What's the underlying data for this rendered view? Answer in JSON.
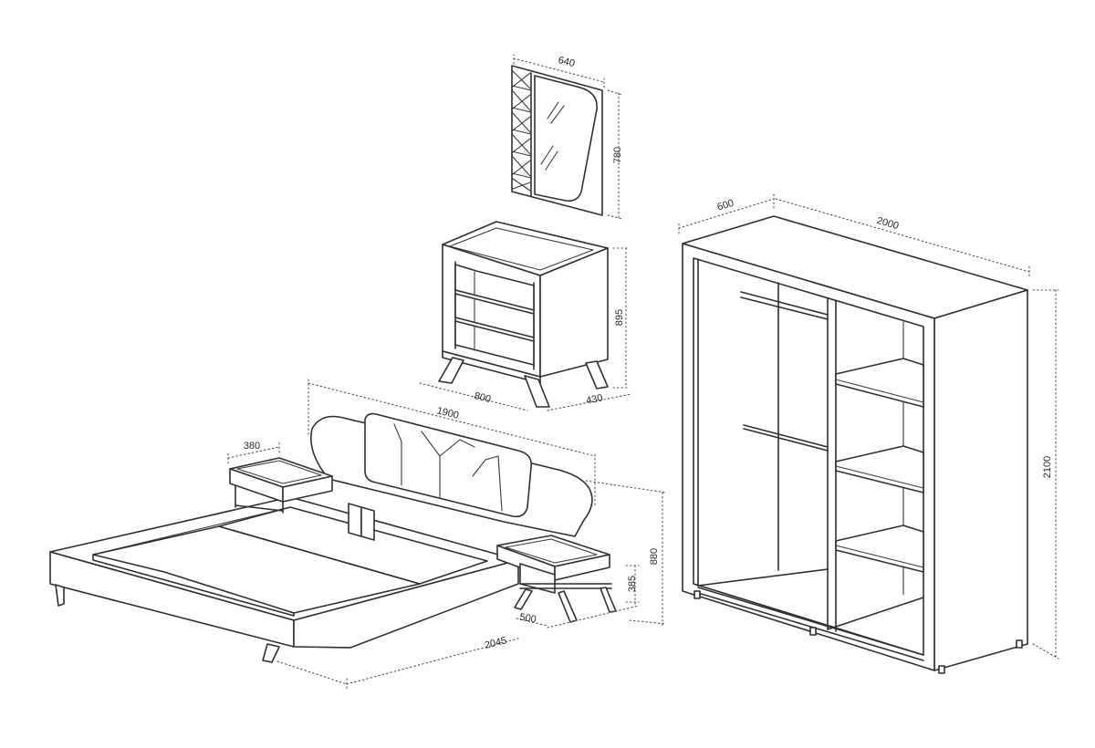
{
  "dimensions": {
    "mirror_width": "640",
    "mirror_height": "780",
    "dresser_height": "895",
    "dresser_width": "800",
    "dresser_depth": "430",
    "wardrobe_depth": "600",
    "wardrobe_width": "2000",
    "wardrobe_height": "2100",
    "bed_width": "1900",
    "bed_length": "2045",
    "bed_height": "880",
    "nightstand_width": "380",
    "nightstand_height": "385",
    "nightstand_depth": "500"
  },
  "colors": {
    "line": "#2f2f2f",
    "dimension": "#555555",
    "background": "#ffffff"
  }
}
